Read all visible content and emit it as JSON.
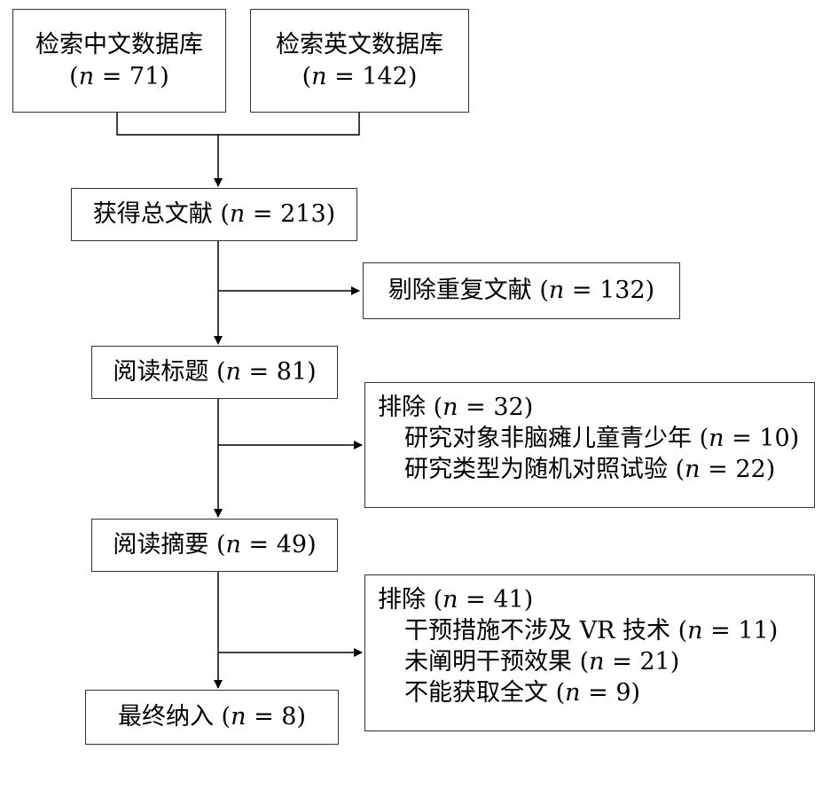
{
  "boxes": {
    "cn_db": {
      "line1": "检索中文数据库",
      "count": "71"
    },
    "en_db": {
      "line1": "检索英文数据库",
      "count": "142"
    },
    "total": {
      "label": "获得总文献",
      "count": "213"
    },
    "dup": {
      "label": "剔除重复文献",
      "count": "132"
    },
    "title": {
      "label": "阅读标题",
      "count": "81"
    },
    "exclude1": {
      "label": "排除",
      "count": "32",
      "items": [
        {
          "label": "研究对象非脑瘫儿童青少年",
          "count": "10"
        },
        {
          "label": "研究类型为随机对照试验",
          "count": "22"
        }
      ]
    },
    "abstract": {
      "label": "阅读摘要",
      "count": "49"
    },
    "exclude2": {
      "label": "排除",
      "count": "41",
      "items": [
        {
          "label": "干预措施不涉及 VR 技术",
          "count": "11"
        },
        {
          "label": "未阐明干预效果",
          "count": "21"
        },
        {
          "label": "不能获取全文",
          "count": "9"
        }
      ]
    },
    "final": {
      "label": "最终纳入",
      "count": "8"
    }
  },
  "n_symbol": "n",
  "equals": "="
}
